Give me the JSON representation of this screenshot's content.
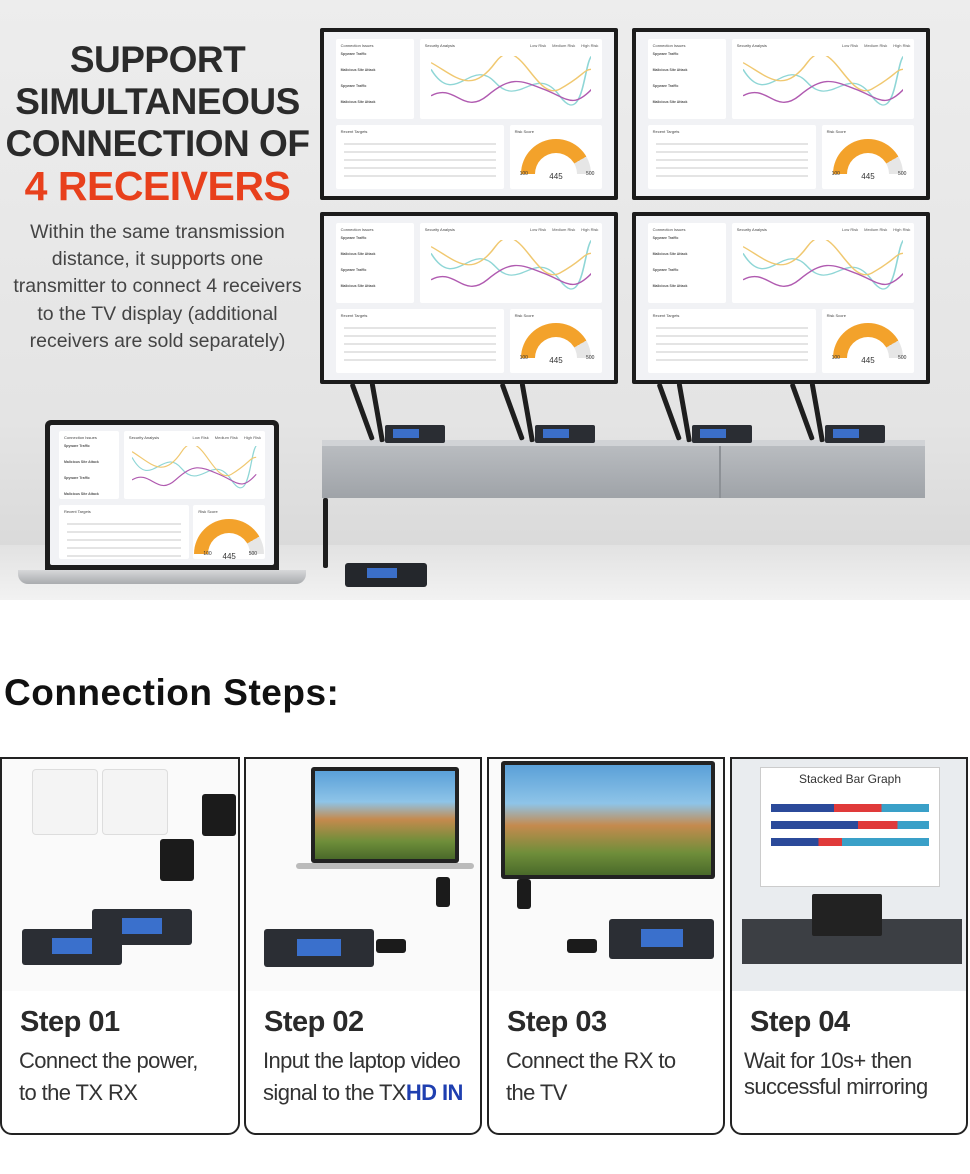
{
  "hero": {
    "headline": [
      "SUPPORT",
      "SIMULTANEOUS",
      "CONNECTION OF",
      "4 RECEIVERS"
    ],
    "description": "Within the same transmission distance, it supports one transmitter to connect 4 receivers to the TV display (additional receivers are sold separately)",
    "accent_color": "#e8401c"
  },
  "dashboard": {
    "connection_title": "Connection Issues",
    "issues": [
      "Spyware Traffic",
      "Malicious Site Attack",
      "Spyware Traffic",
      "Malicious Site Attack"
    ],
    "analysis_title": "Security Analysis",
    "legend": [
      "Low Risk",
      "Medium Risk",
      "High Risk"
    ],
    "targets_title": "Recent Targets",
    "risk_title": "Risk Score",
    "gauge_min": "100",
    "gauge_max": "500",
    "gauge_value": "445"
  },
  "steps": {
    "title": "Connection Steps:",
    "items": [
      {
        "title": "Step 01",
        "line1": "Connect the power,",
        "line2": "to the TX  RX",
        "highlight": ""
      },
      {
        "title": "Step 02",
        "line1": "Input the laptop video",
        "line2": "signal to the TX",
        "highlight": "HD IN"
      },
      {
        "title": "Step 03",
        "line1": "Connect the RX to",
        "line2": "the TV",
        "highlight": ""
      },
      {
        "title": "Step 04",
        "line1": "Wait for 10s+ then",
        "line2": "successful mirroring",
        "highlight": ""
      }
    ],
    "graph_title": "Stacked Bar Graph"
  }
}
